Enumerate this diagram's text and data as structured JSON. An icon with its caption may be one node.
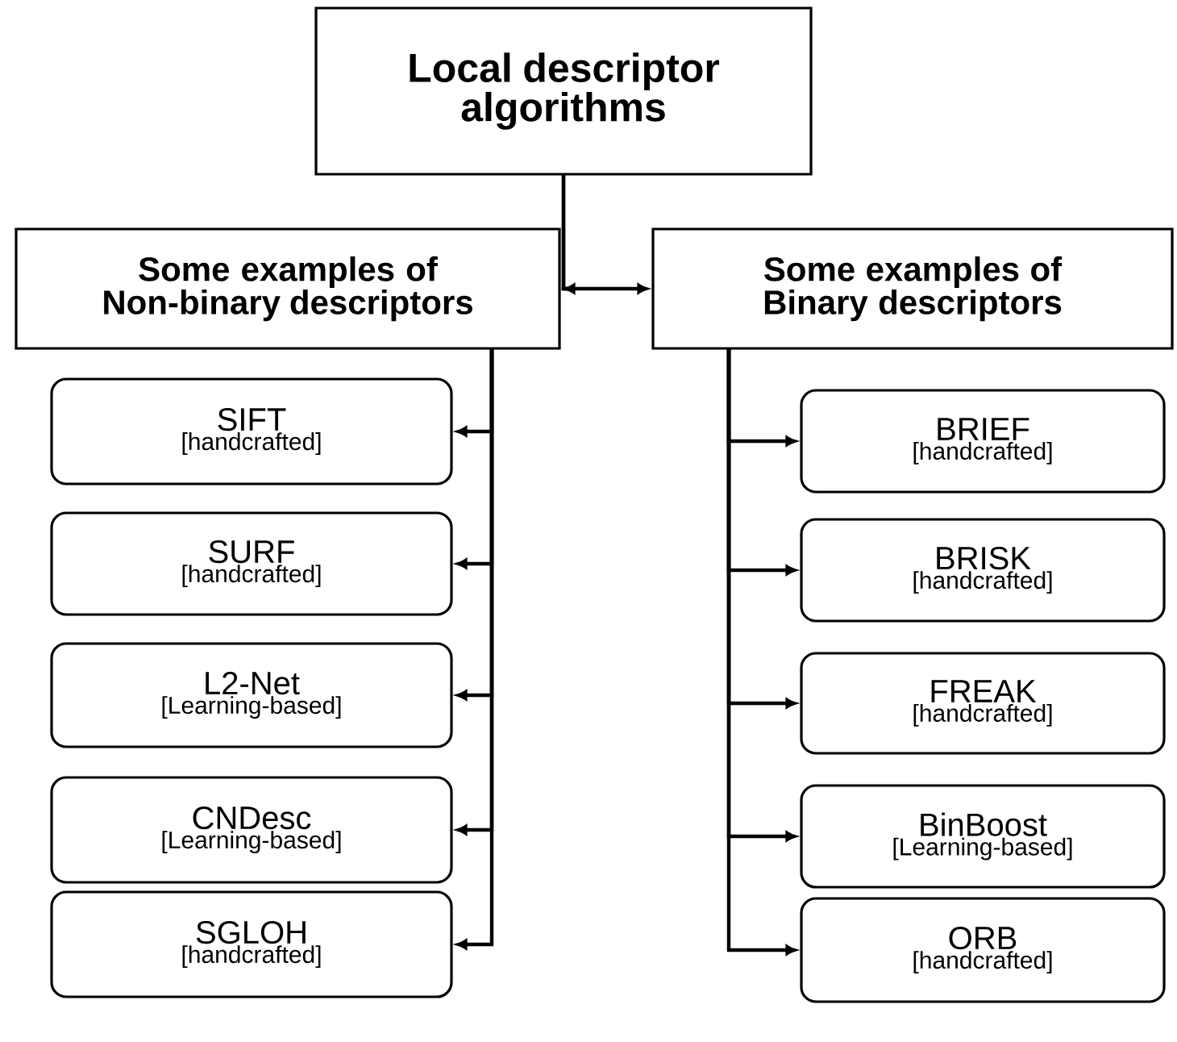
{
  "diagram": {
    "nodes": [
      {
        "text": [
          "Local descriptor algorithms"
        ]
      },
      {
        "text": [
          "Some examples of Non-binary descriptors"
        ]
      },
      {
        "text": [
          "Some examples of Binary descriptors"
        ]
      },
      {
        "text": [
          "SIFT",
          "[handcrafted]"
        ]
      },
      {
        "text": [
          "SURF",
          "[handcrafted]"
        ]
      },
      {
        "text": [
          "L2-Net",
          "[Learning-based]"
        ]
      },
      {
        "text": [
          "CNDesc",
          "[Learning-based]"
        ]
      },
      {
        "text": [
          "SGLOH",
          "[handcrafted]"
        ]
      },
      {
        "text": [
          "BRIEF",
          "[handcrafted]"
        ]
      },
      {
        "text": [
          "BRISK",
          "[handcrafted]"
        ]
      },
      {
        "text": [
          "FREAK",
          "[handcrafted]"
        ]
      },
      {
        "text": [
          "BinBoost",
          "[Learning-based]"
        ]
      },
      {
        "text": [
          "ORB",
          "[handcrafted]"
        ]
      }
    ],
    "edges": [
      {
        "from": 0,
        "to": 1,
        "arrow": "to"
      },
      {
        "from": 0,
        "to": 2,
        "arrow": "to"
      },
      {
        "from": 1,
        "to": 3,
        "arrow": "to"
      },
      {
        "from": 1,
        "to": 4,
        "arrow": "to"
      },
      {
        "from": 1,
        "to": 5,
        "arrow": "to"
      },
      {
        "from": 1,
        "to": 6,
        "arrow": "to"
      },
      {
        "from": 1,
        "to": 7,
        "arrow": "to"
      },
      {
        "from": 2,
        "to": 8,
        "arrow": "to"
      },
      {
        "from": 2,
        "to": 9,
        "arrow": "to"
      },
      {
        "from": 2,
        "to": 10,
        "arrow": "to"
      },
      {
        "from": 2,
        "to": 11,
        "arrow": "to"
      },
      {
        "from": 2,
        "to": 12,
        "arrow": "to"
      }
    ]
  }
}
